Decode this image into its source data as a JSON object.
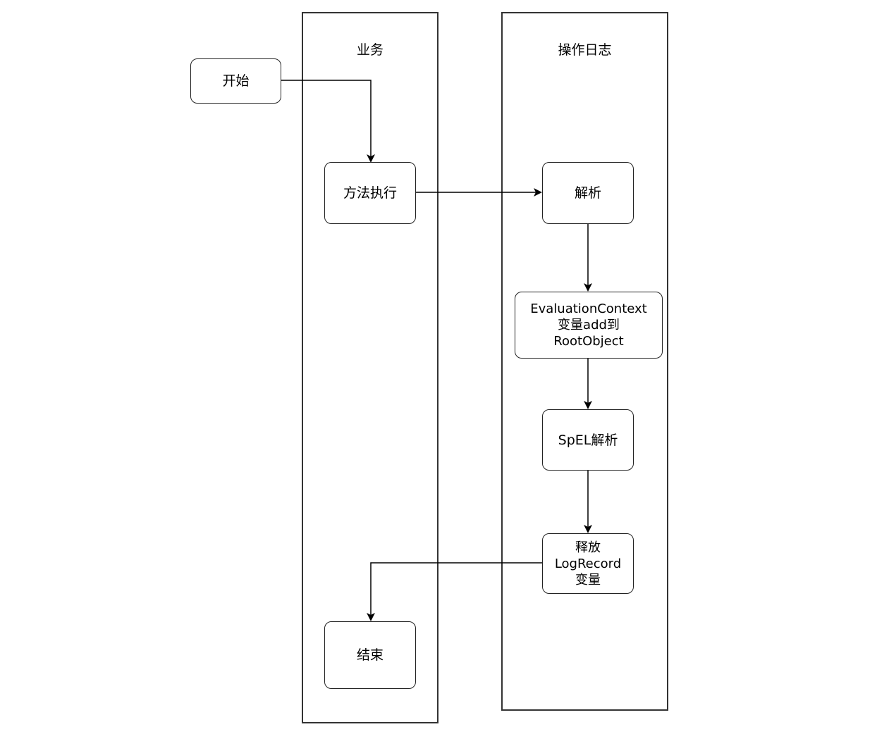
{
  "lanes": {
    "business": {
      "title": "业务"
    },
    "oplog": {
      "title": "操作日志"
    }
  },
  "nodes": {
    "start": {
      "label": "开始"
    },
    "method_exec": {
      "label": "方法执行"
    },
    "parse": {
      "label": "解析"
    },
    "eval_context": {
      "label": "EvaluationContext\n变量add到\nRootObject"
    },
    "spel_parse": {
      "label": "SpEL解析"
    },
    "release": {
      "label": "释放\nLogRecord\n变量"
    },
    "end": {
      "label": "结束"
    }
  },
  "colors": {
    "stroke": "#222222",
    "lane_border": "#333333",
    "background": "#ffffff"
  }
}
